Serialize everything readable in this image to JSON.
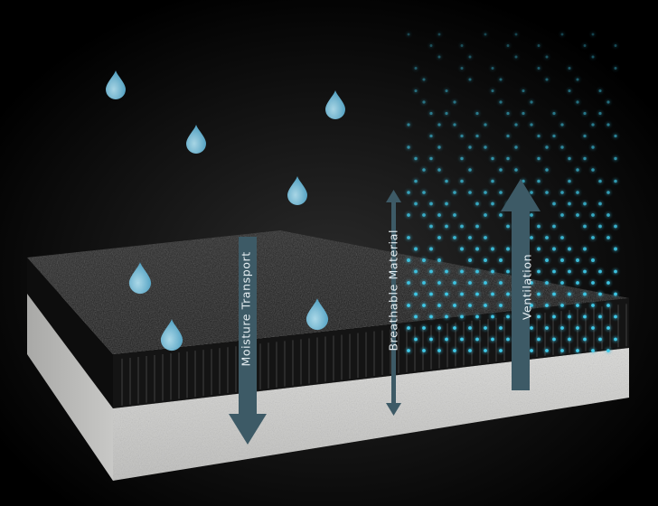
{
  "labels": {
    "moisture": "Moisture Transport",
    "breathable": "Breathable Material",
    "ventilation": "Ventilation"
  },
  "colors": {
    "background": "#000000",
    "arrow": "#3d5a66",
    "droplet": "#8fd3ee",
    "air_dot": "#3fc9e8",
    "top_layer": "#1c1c1c",
    "base_layer": "#cfcfcd"
  },
  "icons": [
    "water-droplet-icon",
    "air-particle-dot"
  ]
}
